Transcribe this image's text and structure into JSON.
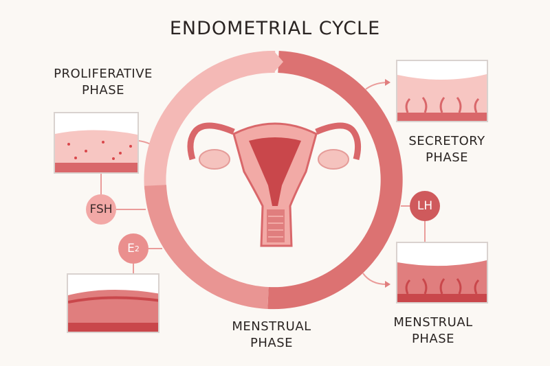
{
  "title": "ENDOMETRIAL CYCLE",
  "phases": {
    "proliferative": {
      "line1": "PROLIFERATIVE",
      "line2": "PHASE"
    },
    "secretory": {
      "line1": "SECRETORY",
      "line2": "PHASE"
    },
    "menstrual_center": {
      "line1": "MENSTRUAL",
      "line2": "PHASE"
    },
    "menstrual_right": {
      "line1": "MENSTRUAL",
      "line2": "PHASE"
    }
  },
  "hormones": {
    "fsh": "FSH",
    "e2_base": "E",
    "e2_sub": "2",
    "lh": "LH"
  },
  "colors": {
    "ring_light": "#f4b9b6",
    "ring_dark": "#dc7272",
    "ring_mid": "#e99593",
    "badge_light": "#f2a8a6",
    "badge_dark": "#cf5a5c",
    "tissue": "#f7c6c2",
    "tissue_dark": "#c9474b"
  }
}
